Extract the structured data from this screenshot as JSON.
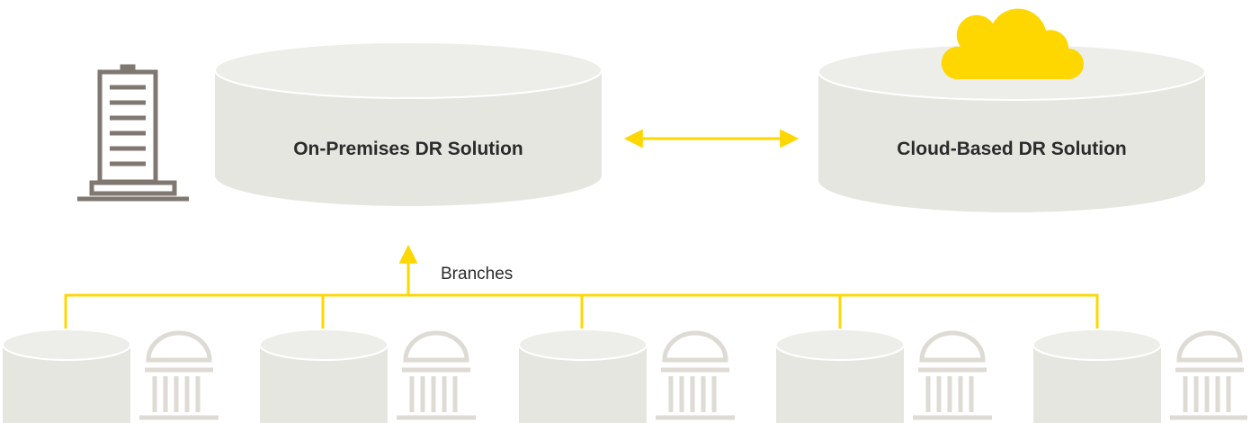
{
  "nodes": {
    "on_premises": {
      "label": "On-Premises DR Solution"
    },
    "cloud": {
      "label": "Cloud-Based DR Solution"
    }
  },
  "branches": {
    "label": "Branches",
    "count": 5
  },
  "icons": {
    "headquarters": "office-building-icon",
    "cloud": "cloud-icon",
    "branch_bank": "bank-building-icon"
  },
  "colors": {
    "cylinder": "#e6e6e1",
    "cylinder_top": "#ededE9",
    "accent": "#fed700",
    "building_stroke": "#7f7770",
    "bank_stroke": "#dedbd5",
    "text": "#2b2b2b"
  }
}
